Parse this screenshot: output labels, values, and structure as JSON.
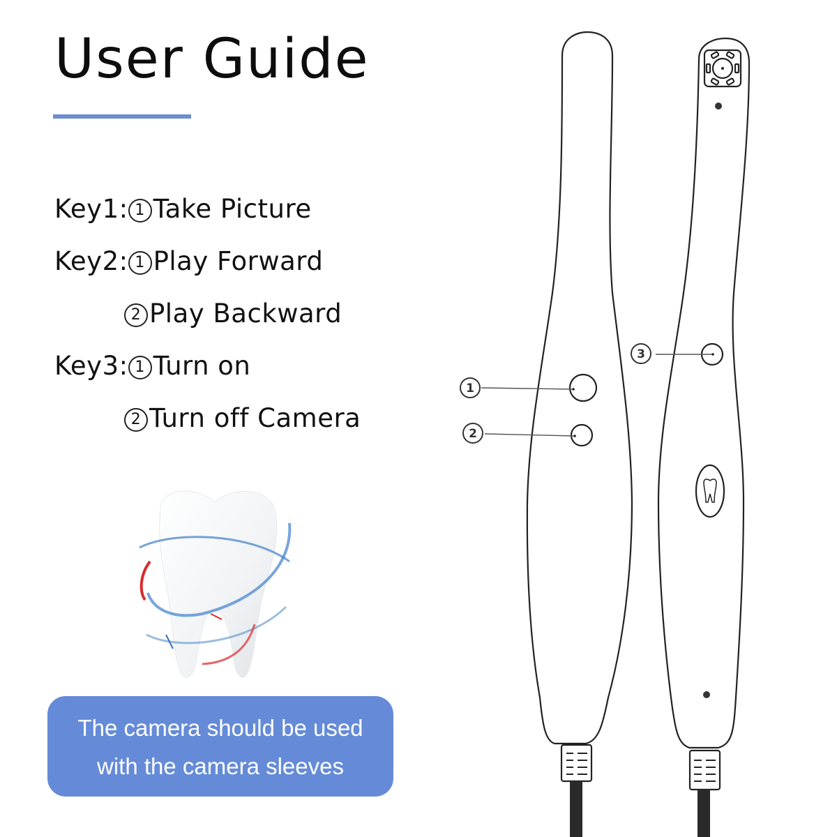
{
  "header": {
    "title": "User Guide",
    "underline_color": "#6b8fcf"
  },
  "keys": [
    {
      "key": "Key1:",
      "marker": "1",
      "action": "Take Picture"
    },
    {
      "key": "Key2:",
      "marker": "1",
      "action": "Play Forward"
    },
    {
      "key": "",
      "marker": "2",
      "action": "Play Backward"
    },
    {
      "key": "Key3:",
      "marker": "1",
      "action": "Turn on"
    },
    {
      "key": "",
      "marker": "2",
      "action": "Turn off Camera"
    }
  ],
  "notice": {
    "line1": "The camera should be used",
    "line2": "with the camera sleeves",
    "background": "#658bd8"
  },
  "diagram": {
    "callouts": [
      {
        "number": "1",
        "label": "button-1"
      },
      {
        "number": "2",
        "label": "button-2"
      },
      {
        "number": "3",
        "label": "button-3"
      }
    ],
    "views": [
      "side-view",
      "front-view"
    ]
  }
}
